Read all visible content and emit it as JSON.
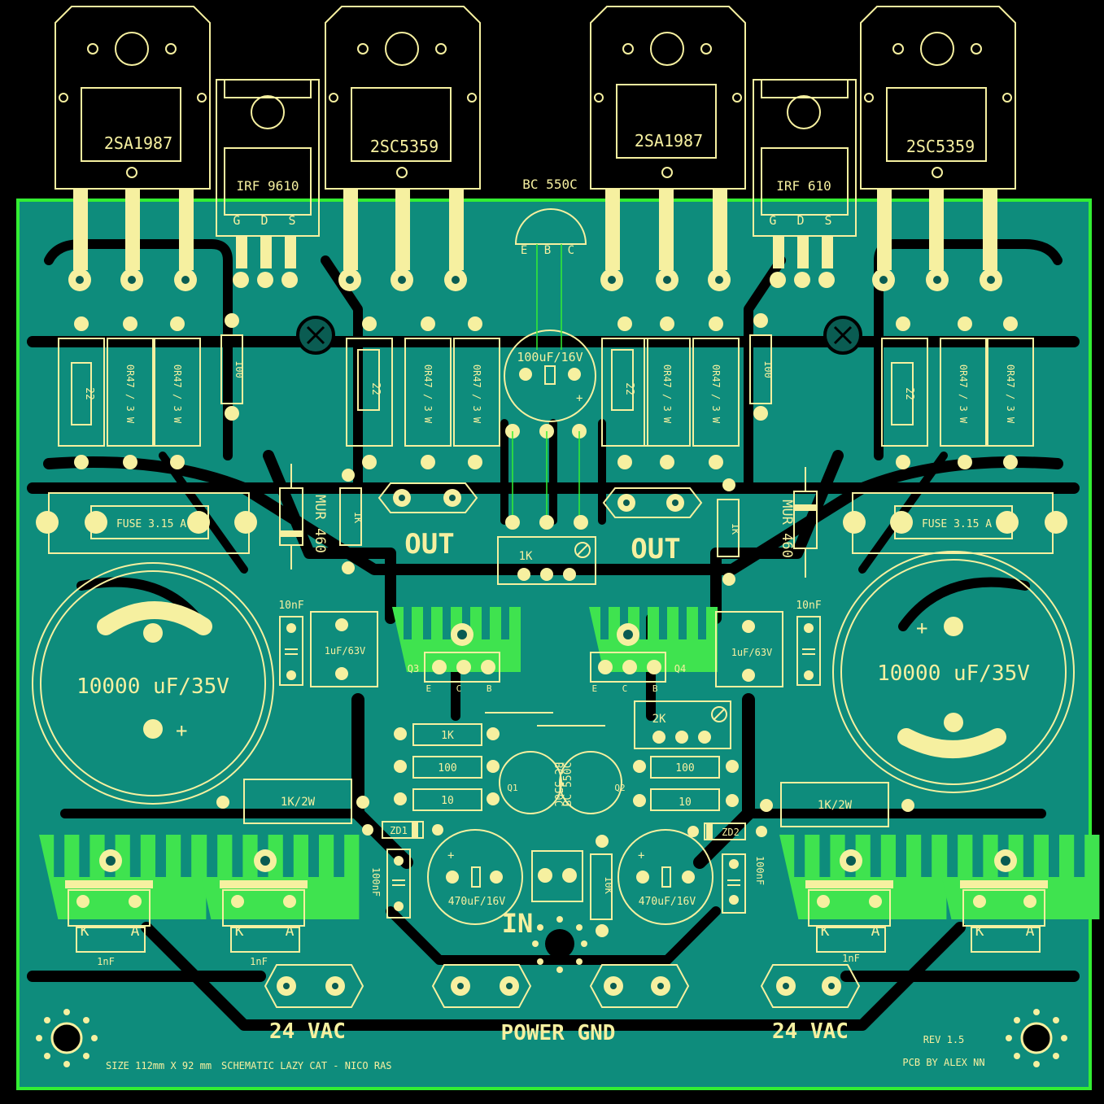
{
  "board": {
    "colors": {
      "background": "#000000",
      "copper": "#0e8c7c",
      "silkscreen": "#f6f0a0",
      "outline": "#33ee33",
      "heatsink": "#3fe34f"
    }
  },
  "transistors": [
    {
      "id": "t1",
      "part": "2SA1987"
    },
    {
      "id": "t2",
      "part": "IRF 9610",
      "pins": "G D S"
    },
    {
      "id": "t3",
      "part": "2SC5359"
    },
    {
      "id": "t4",
      "part": "2SA1987"
    },
    {
      "id": "t5",
      "part": "IRF 610",
      "pins": "G D S"
    },
    {
      "id": "t6",
      "part": "2SC5359"
    }
  ],
  "bc550_top": {
    "label": "BC 550C",
    "pins": "E B C"
  },
  "resistors": {
    "r22": "22",
    "r047": "0R47 / 3 W",
    "r100_gate": "100",
    "r1k": "1K",
    "r1k2w": "1K/2W",
    "r100": "100",
    "r10": "10",
    "r10k": "10K"
  },
  "caps": {
    "c100u": "100uF/16V",
    "c10n": "10nF",
    "c1u": "1uF/63V",
    "c10000": "10000 uF/35V",
    "c470": "470uF/16V",
    "c100n": "100nF",
    "c1n": "1nF"
  },
  "labels": {
    "fuse": "FUSE 3.15 A",
    "diode": "MUR 460",
    "out": "OUT",
    "trim1": "1K",
    "trim2": "2K",
    "q3": "Q3",
    "q4": "Q4",
    "ecb": "E C B",
    "q1": "Q1",
    "q2": "Q2",
    "bc550_l": "BC 550C",
    "bc550_r": "BC 550C",
    "zd1": "ZD1",
    "zd2": "ZD2",
    "in": "IN",
    "plus": "+",
    "k": "K",
    "a": "A",
    "vac": "24 VAC",
    "power_gnd": "POWER GND",
    "size": "SIZE 112mm X 92 mm",
    "schematic": "SCHEMATIC  LAZY CAT - NICO RAS",
    "rev": "REV 1.5",
    "pcb_by": "PCB BY ALEX NN"
  }
}
